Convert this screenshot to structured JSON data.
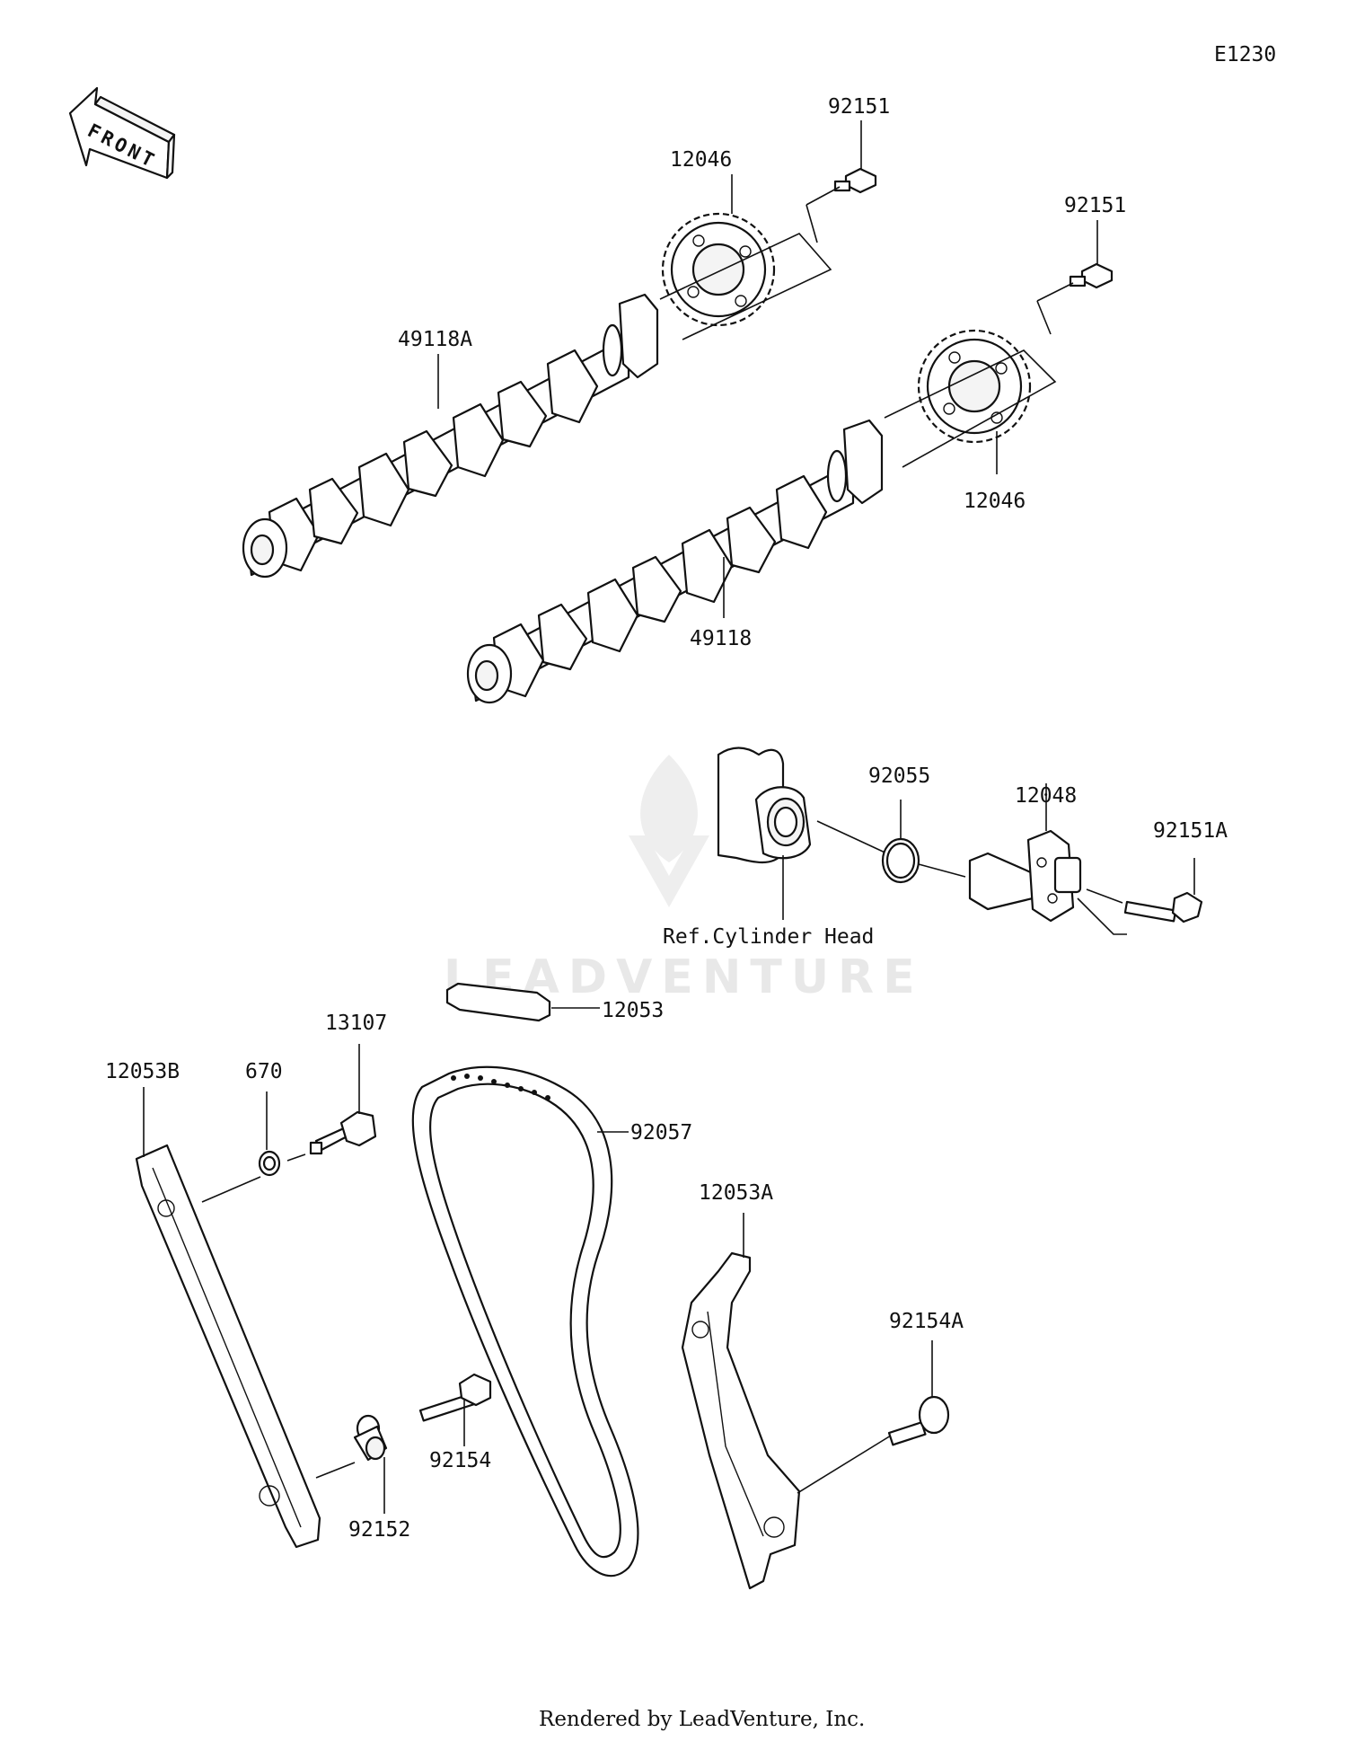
{
  "diagram_code": "E1230",
  "front_label": "FRONT",
  "watermark": "LEADVENTURE",
  "footer": "Rendered by LeadVenture, Inc.",
  "reference_label": "Ref.Cylinder Head",
  "callouts": {
    "bolt_top_a": "92151",
    "sprocket_top": "12046",
    "bolt_top_b": "92151",
    "camshaft_upper": "49118A",
    "sprocket_lower": "12046",
    "camshaft_lower": "49118",
    "oring": "92055",
    "tensioner": "12048",
    "bolt_tensioner": "92151A",
    "guide_top": "12053",
    "bolt_guide_b": "13107",
    "washer": "670",
    "guide_left": "12053B",
    "chain": "92057",
    "guide_right": "12053A",
    "bolt_right": "92154A",
    "bolt_lower": "92154",
    "collar": "92152"
  }
}
